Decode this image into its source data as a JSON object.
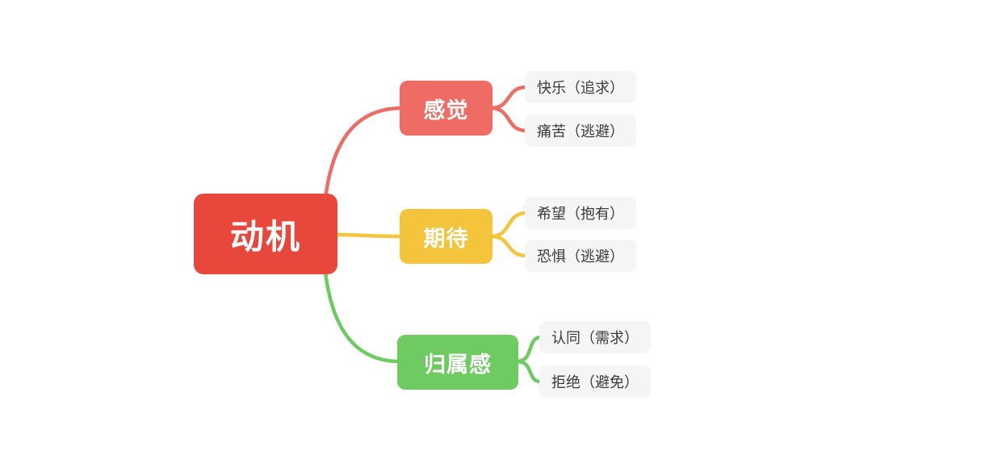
{
  "mindmap": {
    "root": {
      "label": "动机",
      "color": "#e8473b",
      "text_color": "#ffffff"
    },
    "branches": [
      {
        "label": "感觉",
        "color": "#ee6c63",
        "children": [
          {
            "label": "快乐（追求）"
          },
          {
            "label": "痛苦（逃避）"
          }
        ]
      },
      {
        "label": "期待",
        "color": "#f4c43d",
        "children": [
          {
            "label": "希望（抱有）"
          },
          {
            "label": "恐惧（逃避）"
          }
        ]
      },
      {
        "label": "归属感",
        "color": "#6ecb61",
        "children": [
          {
            "label": "认同（需求）"
          },
          {
            "label": "拒绝（避免）"
          }
        ]
      }
    ],
    "leaf_bg": "#f5f5f5",
    "leaf_text_color": "#3a3a3a",
    "background": "#ffffff"
  }
}
